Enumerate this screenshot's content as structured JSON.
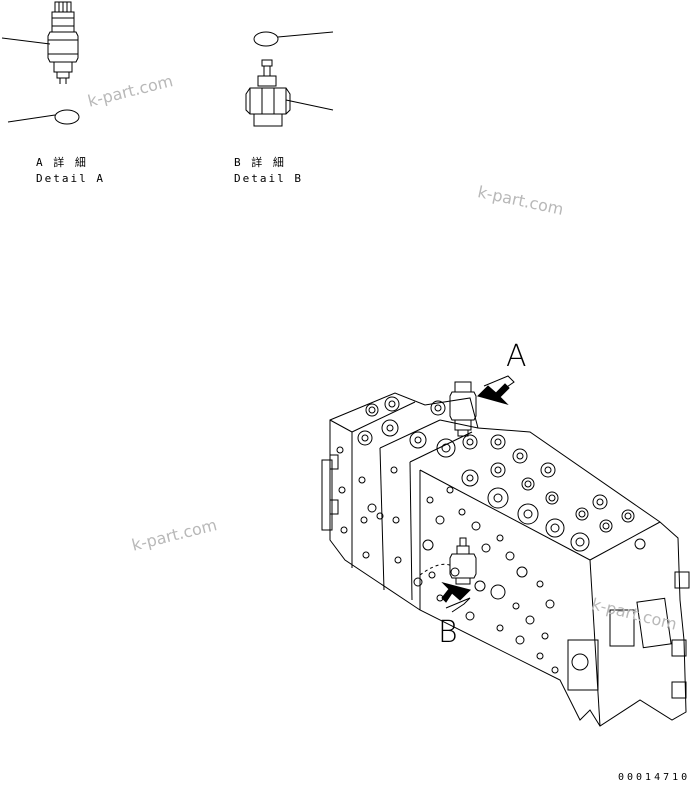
{
  "detail_a": {
    "title_jp": "A 詳 細",
    "title_en": "Detail A"
  },
  "detail_b": {
    "title_jp": "B 詳 細",
    "title_en": "Detail B"
  },
  "callouts": {
    "a": "A",
    "b": "B"
  },
  "watermark": "k-part.com",
  "drawing_code": "00014710"
}
